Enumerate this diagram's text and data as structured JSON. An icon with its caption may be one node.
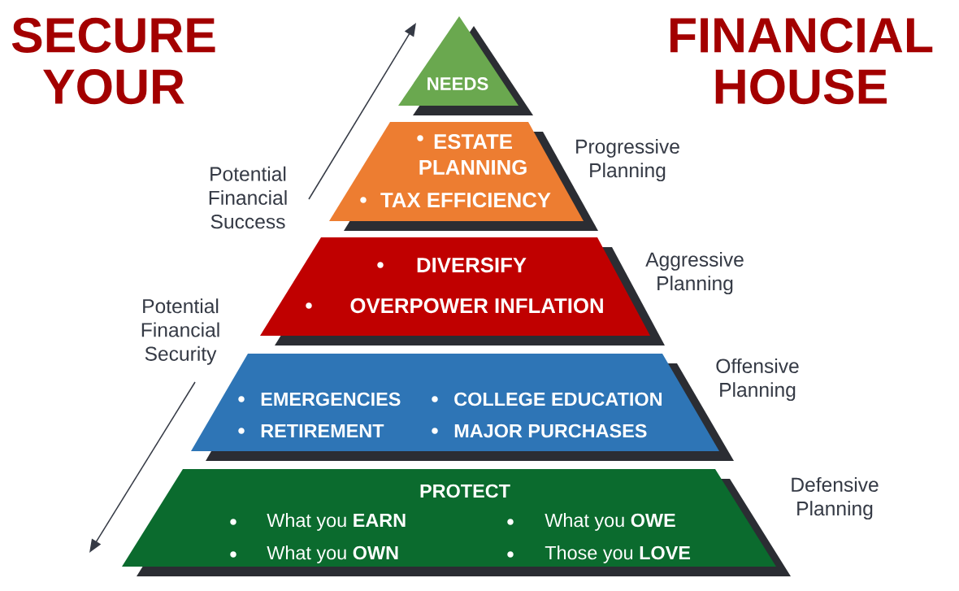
{
  "diagram": {
    "nodes": [
      {
        "text": [
          "NEEDS"
        ]
      },
      {
        "text": [
          "ESTATE PLANNING",
          "TAX EFFICIENCY"
        ],
        "beside": [
          "Progressive Planning"
        ]
      },
      {
        "text": [
          "DIVERSIFY",
          "OVERPOWER INFLATION"
        ],
        "beside": [
          "Aggressive Planning"
        ]
      },
      {
        "text": [
          "EMERGENCIES",
          "COLLEGE EDUCATION",
          "RETIREMENT",
          "MAJOR PURCHASES"
        ],
        "beside": [
          "Offensive Planning"
        ]
      },
      {
        "text": [
          "PROTECT",
          "What you **EARN**",
          "What you **OWE**",
          "What you **OWN**",
          "Those you **LOVE**"
        ],
        "beside": [
          "Defensive Planning"
        ]
      }
    ],
    "labels": [
      "SECURE YOUR",
      "FINANCIAL HOUSE",
      "Potential Financial Success",
      "Potential Financial Security"
    ]
  }
}
